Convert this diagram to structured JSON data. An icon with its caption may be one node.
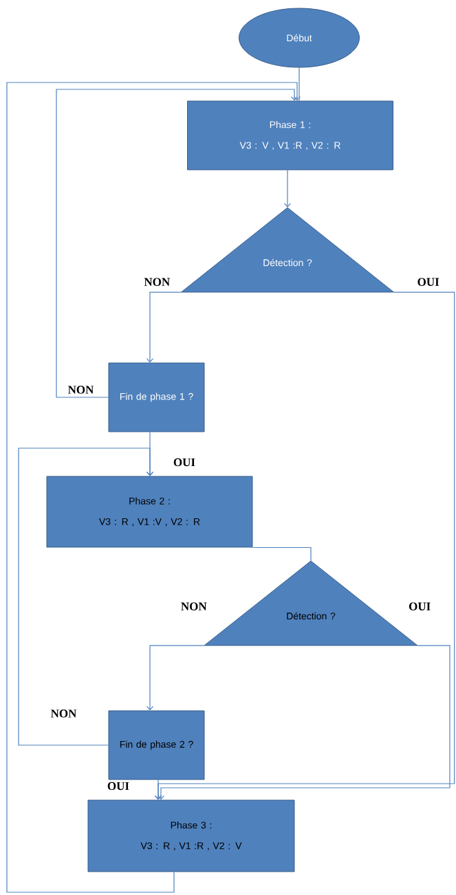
{
  "diagram": {
    "nodes": [
      {
        "text": [
          "Début"
        ]
      },
      {
        "text": [
          "Phase 1 :",
          "V3 : V , V1 :R , V2 : R"
        ]
      },
      {
        "text": [
          "Détection ?"
        ]
      },
      {
        "text": [
          "Fin de phase 1 ?"
        ]
      },
      {
        "text": [
          "Phase 2 :",
          "V3 : R , V1 :V , V2 : R"
        ]
      },
      {
        "text": [
          "Détection ?"
        ]
      },
      {
        "text": [
          "Fin de phase 2 ?"
        ]
      },
      {
        "text": [
          "Phase 3 :",
          "V3 : R , V1 :R , V2 : V"
        ]
      }
    ],
    "edges": [
      {
        "from": 0,
        "to": 1,
        "arrow": "none"
      },
      {
        "from": 1,
        "to": 2,
        "arrow": "to"
      },
      {
        "from": 2,
        "to": 3,
        "arrow": "to",
        "label": "NON"
      },
      {
        "from": 2,
        "to": 7,
        "arrow": "to",
        "label": "OUI"
      },
      {
        "from": 3,
        "to": 1,
        "arrow": "to",
        "label": "NON"
      },
      {
        "from": 3,
        "to": 4,
        "arrow": "to",
        "label": "OUI"
      },
      {
        "from": 4,
        "to": 5,
        "arrow": "none"
      },
      {
        "from": 5,
        "to": 6,
        "arrow": "to",
        "label": "NON"
      },
      {
        "from": 5,
        "to": 7,
        "arrow": "to",
        "label": "OUI"
      },
      {
        "from": 6,
        "to": 4,
        "arrow": "to",
        "label": "NON"
      },
      {
        "from": 6,
        "to": 7,
        "arrow": "to",
        "label": "OUI"
      },
      {
        "from": 7,
        "to": 1,
        "arrow": "to"
      }
    ]
  }
}
